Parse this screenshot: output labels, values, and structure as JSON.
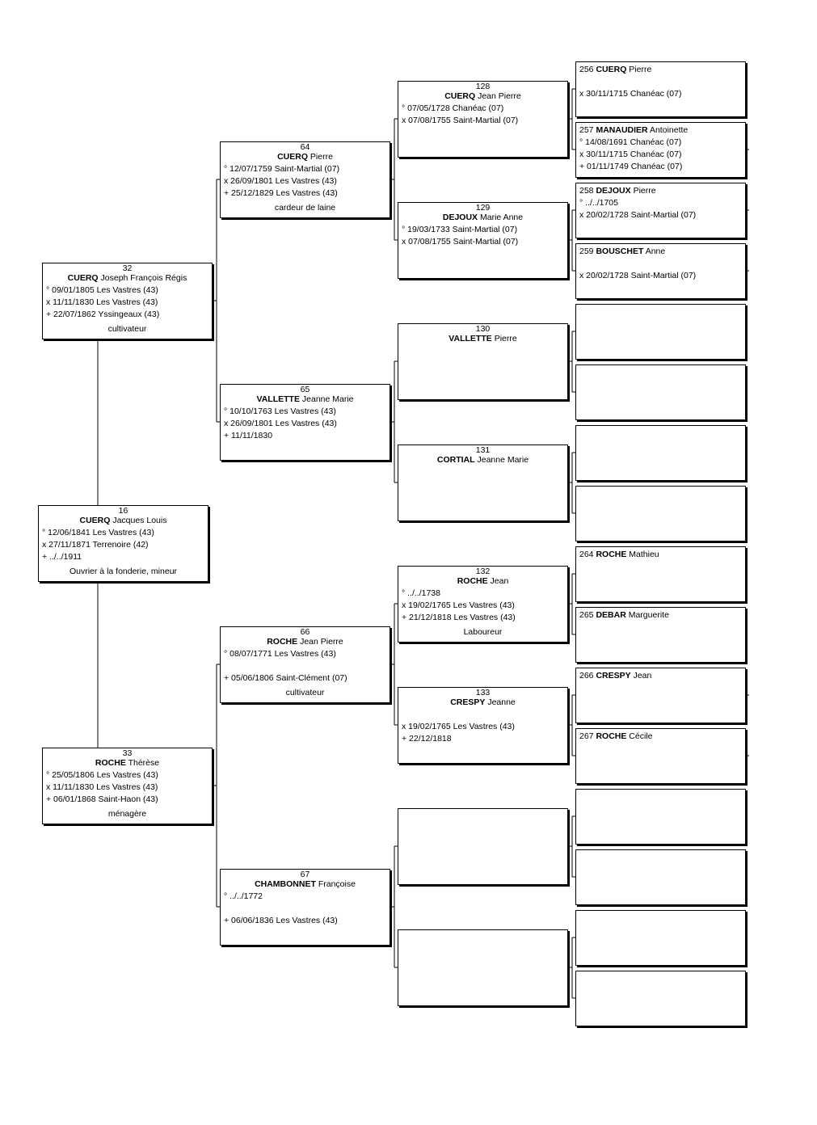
{
  "persons": {
    "p16": {
      "num": "16",
      "surname": "CUERQ",
      "given": "Jacques Louis",
      "lines": [
        "° 12/06/1841 Les Vastres (43)",
        "x 27/11/1871 Terrenoire (42)",
        "+ ../../1911"
      ],
      "profession": "Ouvrier à la fonderie, mineur"
    },
    "p32": {
      "num": "32",
      "surname": "CUERQ",
      "given": "Joseph François Régis",
      "lines": [
        "° 09/01/1805 Les Vastres (43)",
        "x 11/11/1830 Les Vastres (43)",
        "+ 22/07/1862 Yssingeaux (43)"
      ],
      "profession": "cultivateur"
    },
    "p33": {
      "num": "33",
      "surname": "ROCHE",
      "given": "Thérèse",
      "lines": [
        "° 25/05/1806 Les Vastres (43)",
        "x 11/11/1830 Les Vastres (43)",
        "+ 06/01/1868 Saint-Haon (43)"
      ],
      "profession": "ménagère"
    },
    "p64": {
      "num": "64",
      "surname": "CUERQ",
      "given": "Pierre",
      "lines": [
        "° 12/07/1759 Saint-Martial (07)",
        "x 26/09/1801 Les Vastres (43)",
        "+ 25/12/1829 Les Vastres (43)"
      ],
      "profession": "cardeur de laine"
    },
    "p65": {
      "num": "65",
      "surname": "VALLETTE",
      "given": "Jeanne Marie",
      "lines": [
        "° 10/10/1763 Les Vastres (43)",
        "x 26/09/1801 Les Vastres (43)",
        "+ 11/11/1830"
      ],
      "profession": ""
    },
    "p66": {
      "num": "66",
      "surname": "ROCHE",
      "given": "Jean Pierre",
      "lines": [
        "° 08/07/1771 Les Vastres (43)",
        "",
        "+ 05/06/1806 Saint-Clément (07)"
      ],
      "profession": "cultivateur"
    },
    "p67": {
      "num": "67",
      "surname": "CHAMBONNET",
      "given": "Françoise",
      "lines": [
        "° ../../1772",
        "",
        "+ 06/06/1836 Les Vastres (43)"
      ],
      "profession": ""
    },
    "p128": {
      "num": "128",
      "surname": "CUERQ",
      "given": "Jean Pierre",
      "lines": [
        "° 07/05/1728 Chanéac (07)",
        "x 07/08/1755 Saint-Martial (07)"
      ],
      "profession": ""
    },
    "p129": {
      "num": "129",
      "surname": "DEJOUX",
      "given": "Marie Anne",
      "lines": [
        "° 19/03/1733 Saint-Martial (07)",
        "x 07/08/1755 Saint-Martial (07)"
      ],
      "profession": ""
    },
    "p130": {
      "num": "130",
      "surname": "VALLETTE",
      "given": "Pierre",
      "lines": [],
      "profession": ""
    },
    "p131": {
      "num": "131",
      "surname": "CORTIAL",
      "given": "Jeanne Marie",
      "lines": [],
      "profession": ""
    },
    "p132": {
      "num": "132",
      "surname": "ROCHE",
      "given": "Jean",
      "lines": [
        "° ../../1738",
        "x 19/02/1765 Les Vastres (43)",
        "+ 21/12/1818 Les Vastres (43)"
      ],
      "profession": "Laboureur"
    },
    "p133": {
      "num": "133",
      "surname": "CRESPY",
      "given": "Jeanne",
      "lines": [
        "",
        "x 19/02/1765 Les Vastres (43)",
        "+ 22/12/1818"
      ],
      "profession": ""
    },
    "p256": {
      "num": "256",
      "surname": "CUERQ",
      "given": "Pierre",
      "lines": [
        "",
        "x 30/11/1715 Chanéac (07)"
      ]
    },
    "p257": {
      "num": "257",
      "surname": "MANAUDIER",
      "given": "Antoinette",
      "lines": [
        "° 14/08/1691 Chanéac (07)",
        "x 30/11/1715 Chanéac (07)",
        "+ 01/11/1749 Chanéac (07)"
      ]
    },
    "p258": {
      "num": "258",
      "surname": "DEJOUX",
      "given": "Pierre",
      "lines": [
        "° ../../1705",
        "x 20/02/1728 Saint-Martial (07)"
      ]
    },
    "p259": {
      "num": "259",
      "surname": "BOUSCHET",
      "given": "Anne",
      "lines": [
        "",
        "x 20/02/1728 Saint-Martial (07)"
      ]
    },
    "p264": {
      "num": "264",
      "surname": "ROCHE",
      "given": "Mathieu",
      "lines": []
    },
    "p265": {
      "num": "265",
      "surname": "DEBAR",
      "given": "Marguerite",
      "lines": []
    },
    "p266": {
      "num": "266",
      "surname": "CRESPY",
      "given": "Jean",
      "lines": []
    },
    "p267": {
      "num": "267",
      "surname": "ROCHE",
      "given": "Cécile",
      "lines": []
    }
  }
}
